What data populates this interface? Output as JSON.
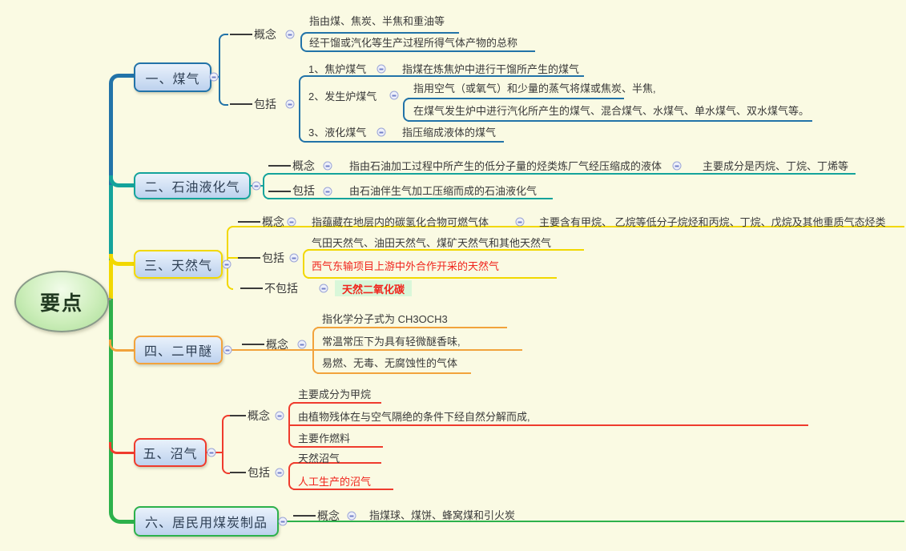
{
  "canvas": {
    "background": "#fafae3"
  },
  "root": {
    "label": "要点"
  },
  "colors": {
    "branch1": "#2273a8",
    "branch2": "#14a39b",
    "branch3": "#f2d800",
    "branch4": "#f2a33c",
    "branch5": "#ef3b2d",
    "branch6": "#2cb14b",
    "alert_text": "#f0251d",
    "highlight_bg": "#d9f7d9"
  },
  "branches": [
    {
      "label": "一、煤气",
      "nodes": {
        "concept": {
          "label": "概念",
          "lines": [
            "指由煤、焦炭、半焦和重油等",
            "经干馏或汽化等生产过程所得气体产物的总称"
          ]
        },
        "include": {
          "label": "包括",
          "items": [
            {
              "label": "1、焦炉煤气",
              "desc": "指煤在炼焦炉中进行干馏所产生的煤气"
            },
            {
              "label": "2、发生炉煤气",
              "lines": [
                "指用空气（或氧气）和少量的蒸气将煤或焦炭、半焦,",
                "在煤气发生炉中进行汽化所产生的煤气、混合煤气、水煤气、单水煤气、双水煤气等。"
              ]
            },
            {
              "label": "3、液化煤气",
              "desc": "指压缩成液体的煤气"
            }
          ]
        }
      }
    },
    {
      "label": "二、石油液化气",
      "nodes": {
        "concept": {
          "label": "概念",
          "text": "指由石油加工过程中所产生的低分子量的烃类炼厂气经压缩成的液体",
          "note": "主要成分是丙烷、丁烷、丁烯等"
        },
        "include": {
          "label": "包括",
          "text": "由石油伴生气加工压缩而成的石油液化气"
        }
      }
    },
    {
      "label": "三、天然气",
      "nodes": {
        "concept": {
          "label": "概念",
          "text": "指蕴藏在地层内的碳氢化合物可燃气体",
          "note": "主要含有甲烷、 乙烷等低分子烷烃和丙烷、丁烷、戊烷及其他重质气态烃类"
        },
        "include": {
          "label": "包括",
          "items": [
            {
              "text": "气田天然气、油田天然气、煤矿天然气和其他天然气"
            },
            {
              "text": "西气东输项目上游中外合作开采的天然气"
            }
          ]
        },
        "exclude": {
          "label": "不包括",
          "text": "天然二氧化碳"
        }
      }
    },
    {
      "label": "四、二甲醚",
      "nodes": {
        "concept": {
          "label": "概念",
          "lines": [
            "指化学分子式为 CH3OCH3",
            "常温常压下为具有轻微醚香味,",
            "易燃、无毒、无腐蚀性的气体"
          ]
        }
      }
    },
    {
      "label": "五、沼气",
      "nodes": {
        "concept": {
          "label": "概念",
          "lines": [
            "主要成分为甲烷",
            "由植物残体在与空气隔绝的条件下经自然分解而成,",
            "主要作燃料"
          ]
        },
        "include": {
          "label": "包括",
          "items": [
            {
              "text": "天然沼气"
            },
            {
              "text": "人工生产的沼气"
            }
          ]
        }
      }
    },
    {
      "label": "六、居民用煤炭制品",
      "nodes": {
        "concept": {
          "label": "概念",
          "text": "指煤球、煤饼、蜂窝煤和引火炭"
        }
      }
    }
  ]
}
